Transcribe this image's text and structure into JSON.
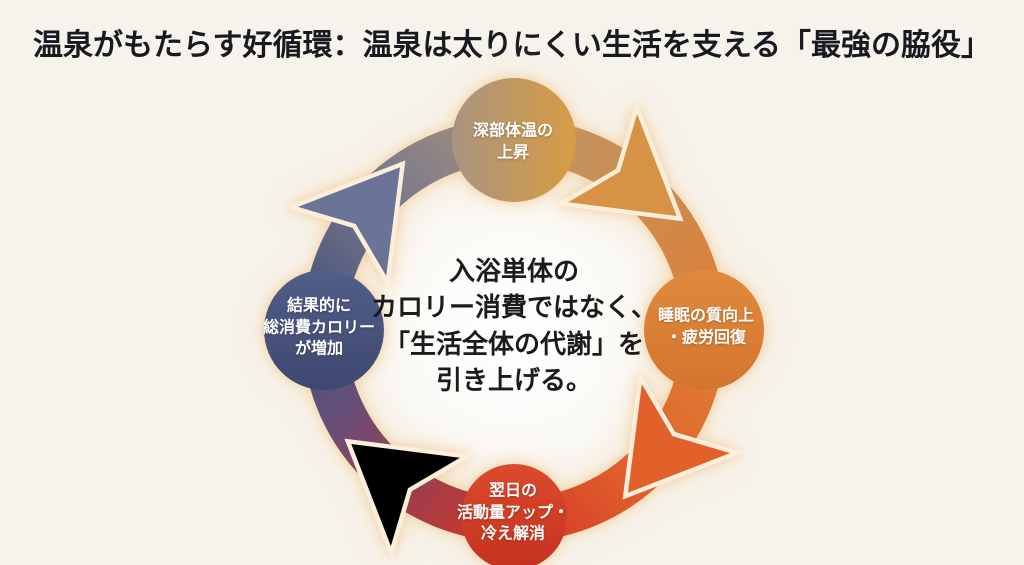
{
  "title": "温泉がもたらす好循環：温泉は太りにくい生活を支える「最強の脇役」",
  "center_message": "入浴単体の\nカロリー消費ではなく、\n「生活全体の代謝」を\n引き上げる。",
  "cycle": {
    "direction": "clockwise",
    "nodes": [
      {
        "id": "deep-body-temperature",
        "label": "深部体温の\n上昇"
      },
      {
        "id": "sleep-quality",
        "label": "睡眠の質向上\n・疲労回復"
      },
      {
        "id": "next-day-activity",
        "label": "翌日の\n活動量アップ・\n冷え解消"
      },
      {
        "id": "total-calorie-burn",
        "label": "結果的に\n総消費カロリー\nが増加"
      }
    ]
  },
  "colors": {
    "background": "#F6F3EC",
    "title_text": "#191920",
    "center_text": "#1B1B1B",
    "node_text": "#FFFFFF",
    "glow_inner": "#F0CE9C",
    "glow_outer": "#F7E4C6",
    "arrow_outline": "#FBEEDA",
    "center_halo": "#FFFFFF",
    "node_top_left": "#A8947E",
    "node_top_right": "#D89C44",
    "node_right_top": "#E08A3C",
    "node_right_bottom": "#D4742E",
    "node_bottom_top": "#DC4A2D",
    "node_bottom_bottom": "#C5311F",
    "node_left_top": "#525E88",
    "node_left_bottom": "#3D4870",
    "arc_left_top_start": "#47537B",
    "arc_left_top_mid": "#7C7A8C",
    "arc_left_top_end": "#A3907B",
    "arc_top_right_start": "#BE9565",
    "arc_top_right_end": "#DD8038",
    "arc_right_bottom_start": "#E07E32",
    "arc_right_bottom_mid": "#DF5E2C",
    "arc_right_bottom_end": "#D63B28",
    "arc_bottom_left_start": "#CE3427",
    "arc_bottom_left_mid1": "#8F4158",
    "arc_bottom_left_mid2": "#655079",
    "arc_bottom_left_end": "#47537B",
    "arrow_left_to_top": "#6C7398",
    "arrow_top_to_right": "#D89244",
    "arrow_right_to_bottom": "#E2602B",
    "arrow_bottom_to_left": "#B8332B"
  }
}
